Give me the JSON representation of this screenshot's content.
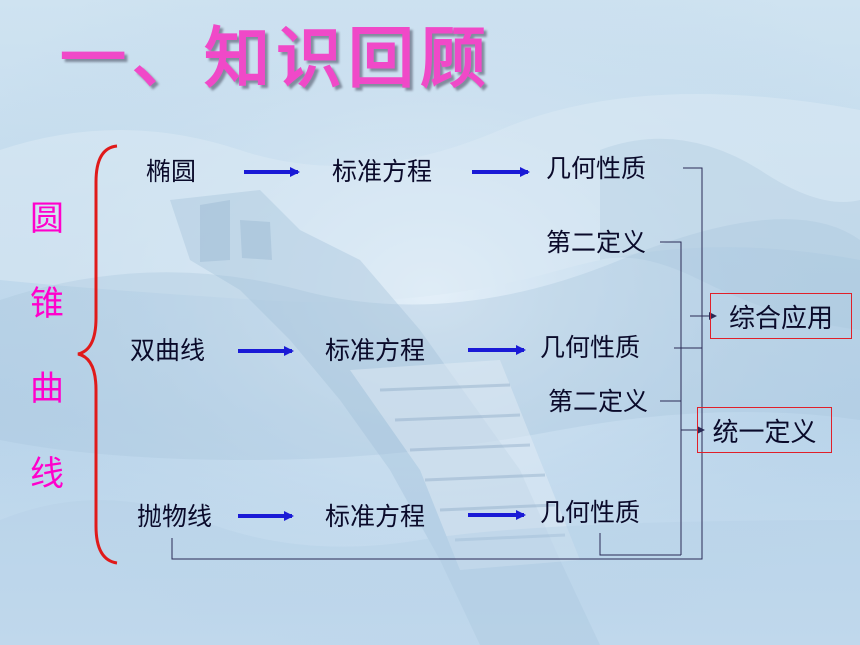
{
  "title": "一、知识回顾",
  "side_label": [
    "圆",
    "锥",
    "曲",
    "线"
  ],
  "rows": [
    {
      "curve": "椭圆",
      "equation": "标准方程",
      "property": "几何性质",
      "definition": "第二定义"
    },
    {
      "curve": "双曲线",
      "equation": "标准方程",
      "property": "几何性质",
      "definition": "第二定义"
    },
    {
      "curve": "抛物线",
      "equation": "标准方程",
      "property": "几何性质"
    }
  ],
  "outcomes": {
    "application": "综合应用",
    "unified": "统一定义"
  },
  "colors": {
    "title": "#f049c8",
    "side_label": "#ff00cc",
    "arrow": "#1a1ad6",
    "brace": "#e01a1a",
    "box_border": "#e0202a",
    "connector": "#2a2a55"
  }
}
